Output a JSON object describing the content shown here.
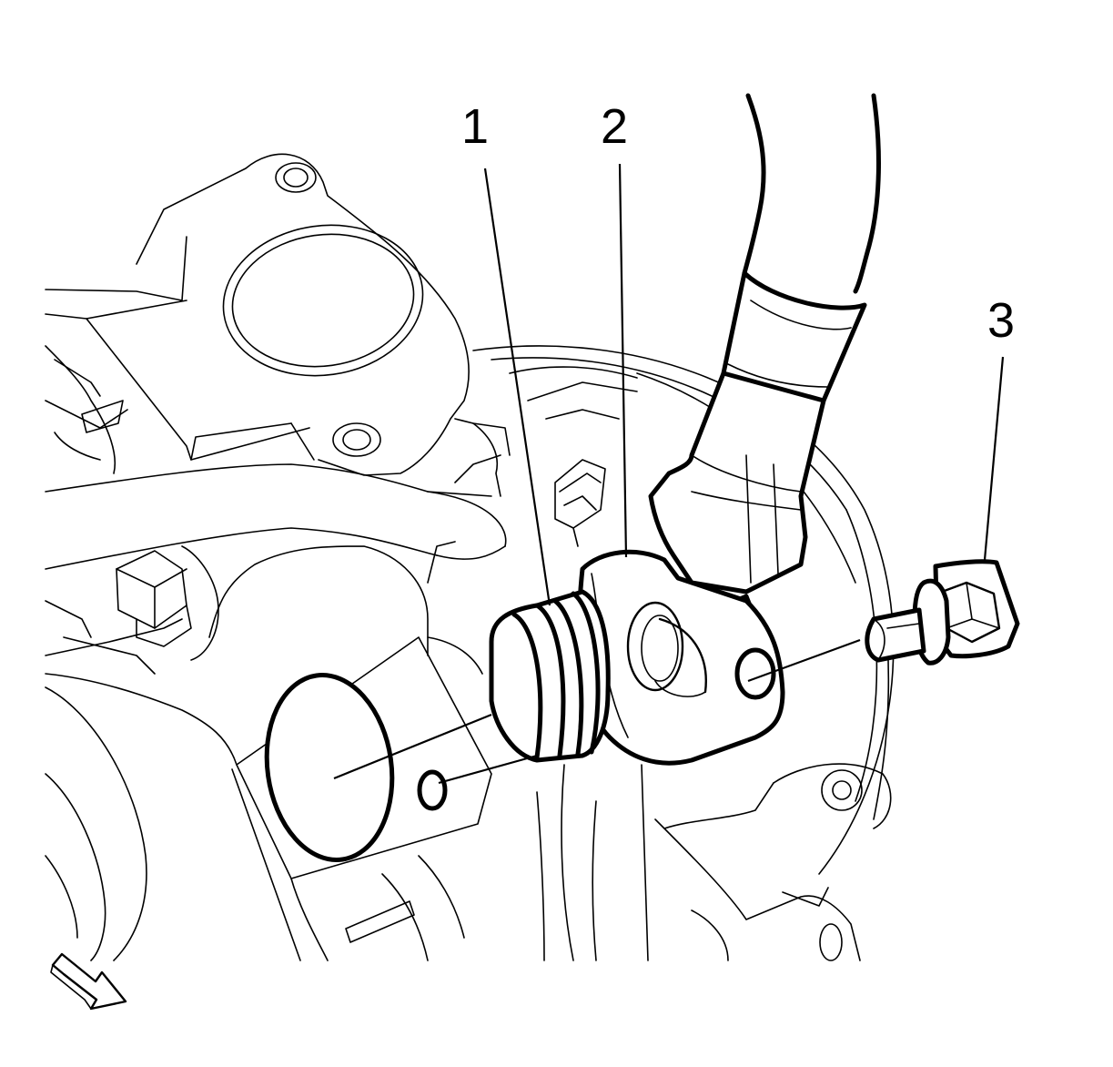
{
  "callouts": [
    {
      "id": "1",
      "label": "1"
    },
    {
      "id": "2",
      "label": "2"
    },
    {
      "id": "3",
      "label": "3"
    }
  ],
  "view_arrow": {
    "icon": "view-direction-arrow-icon"
  }
}
